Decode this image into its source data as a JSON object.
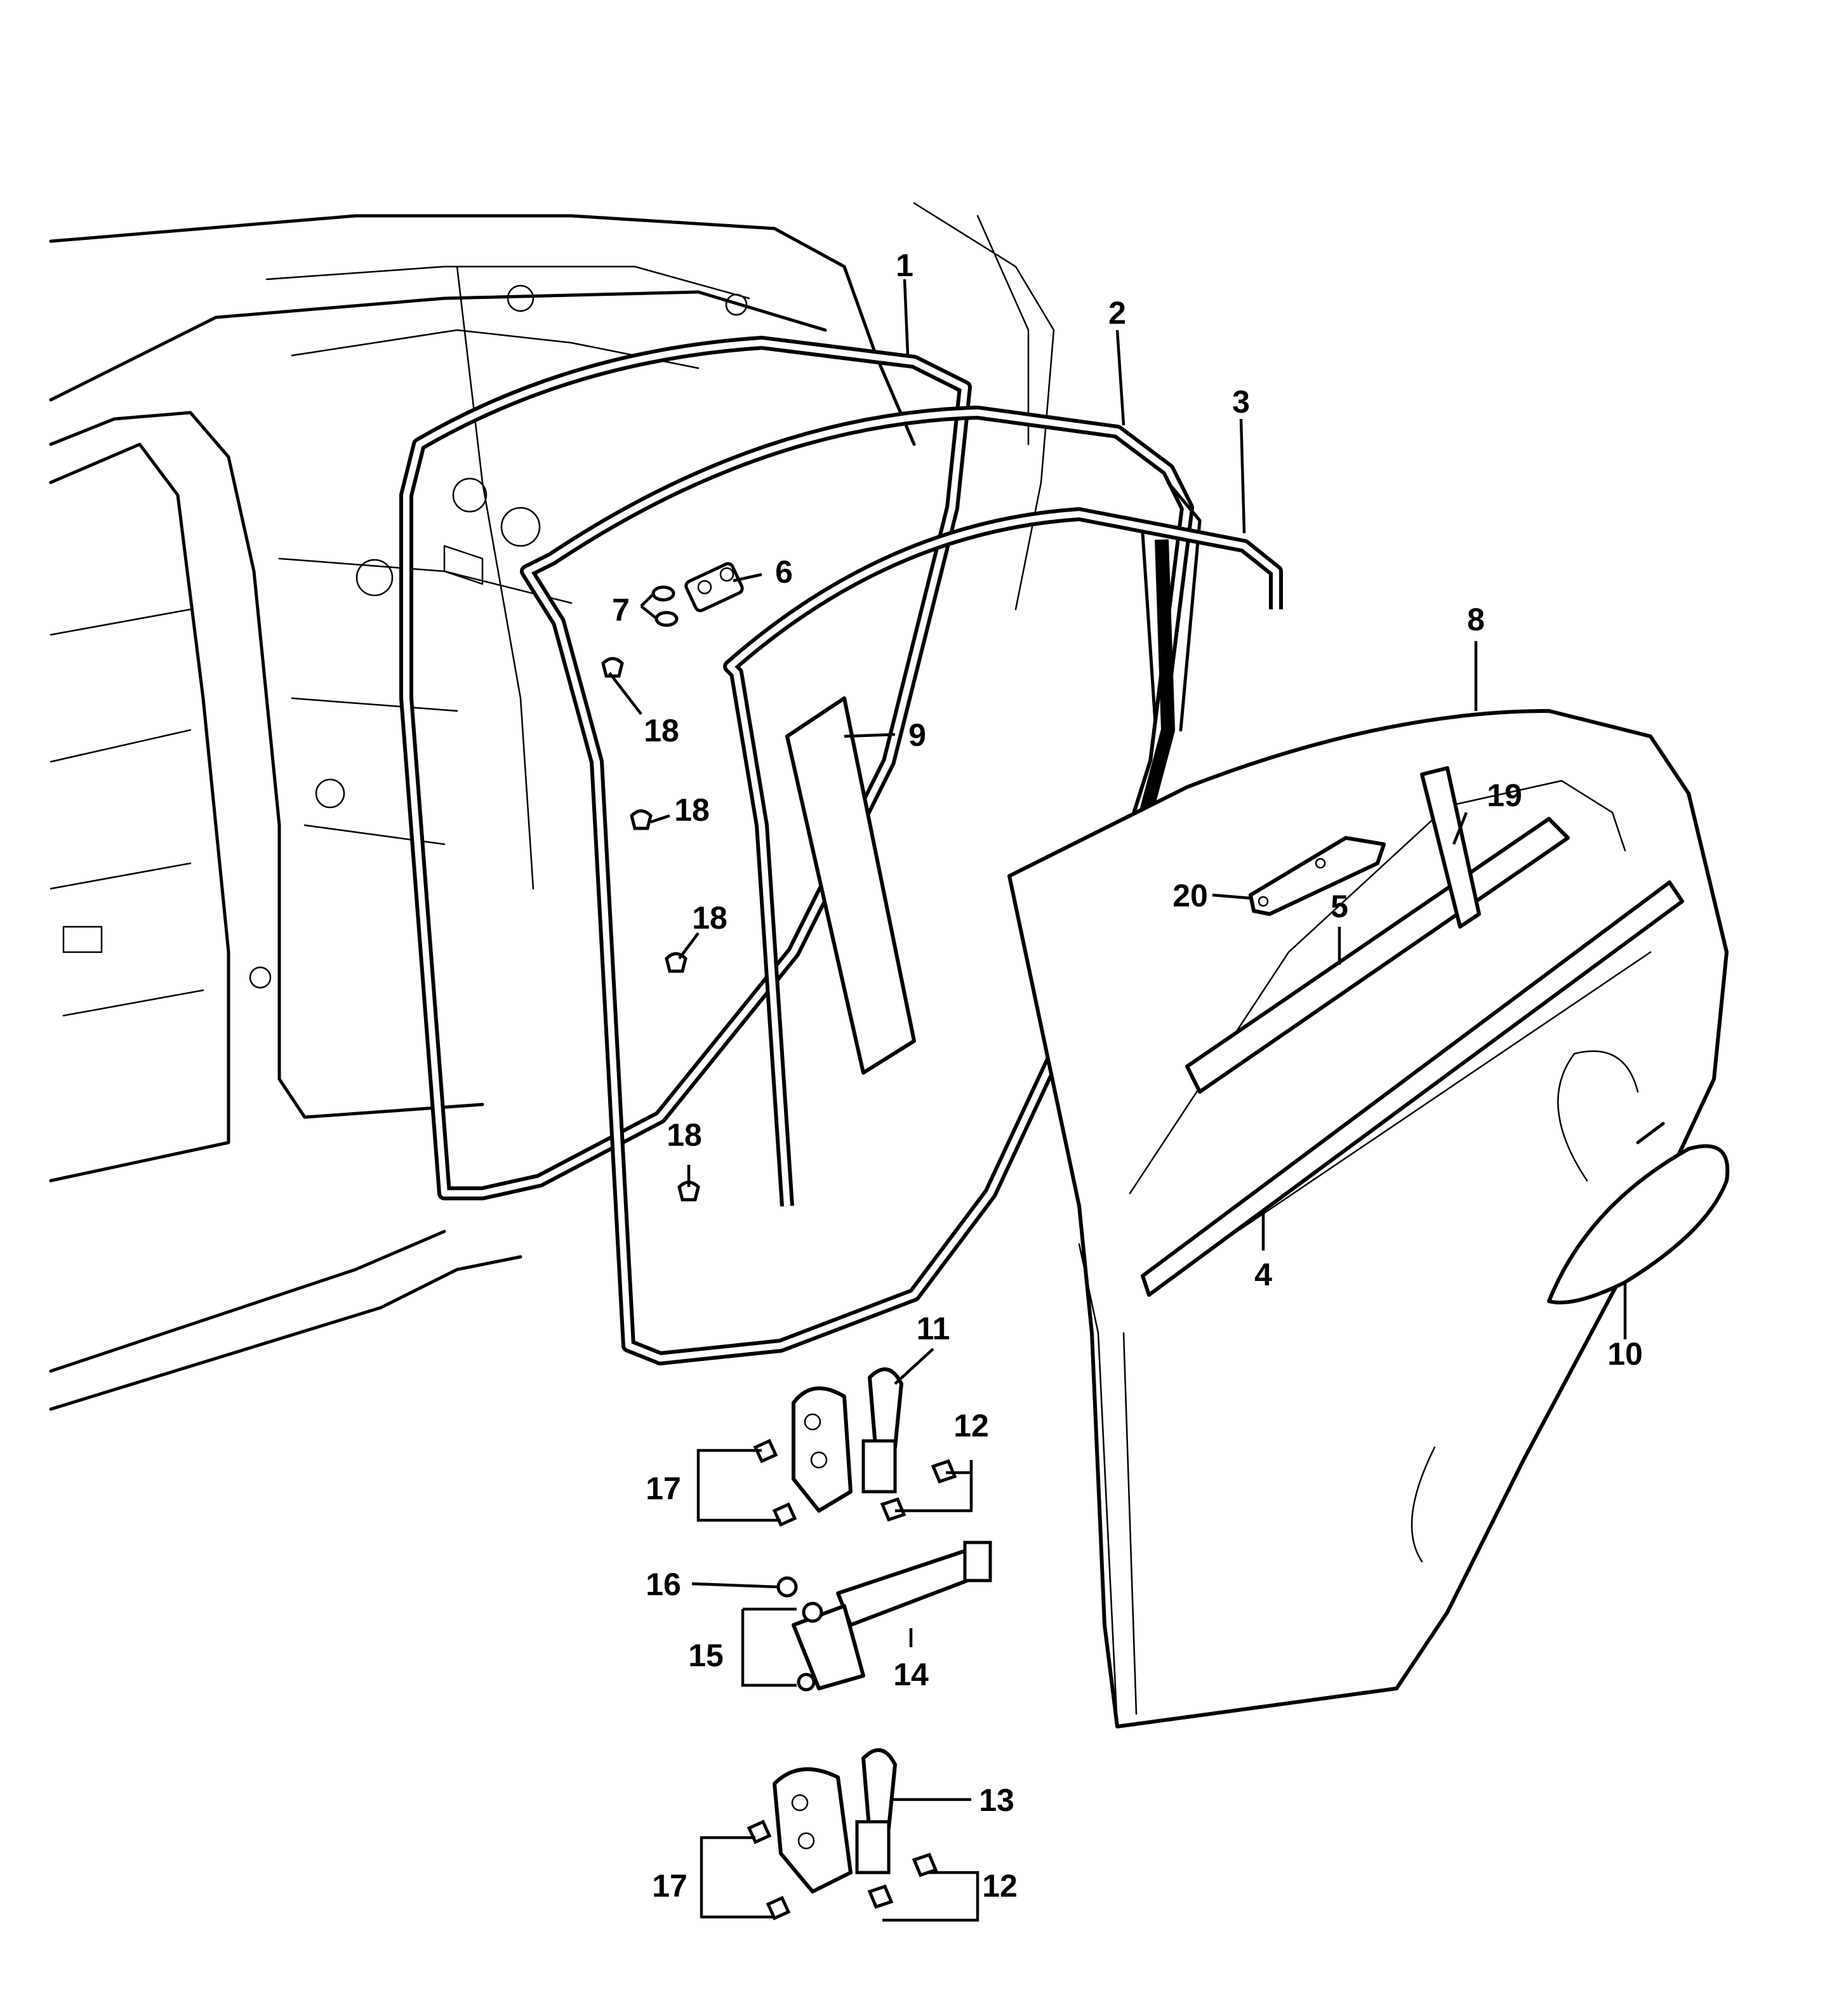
{
  "diagram": {
    "callouts": {
      "c1": "1",
      "c2": "2",
      "c3": "3",
      "c4": "4",
      "c5": "5",
      "c6": "6",
      "c7": "7",
      "c8": "8",
      "c9": "9",
      "c10": "10",
      "c11": "11",
      "c12a": "12",
      "c12b": "12",
      "c13": "13",
      "c14": "14",
      "c15": "15",
      "c16": "16",
      "c17a": "17",
      "c17b": "17",
      "c18a": "18",
      "c18b": "18",
      "c18c": "18",
      "c18d": "18",
      "c19": "19",
      "c20": "20"
    }
  }
}
